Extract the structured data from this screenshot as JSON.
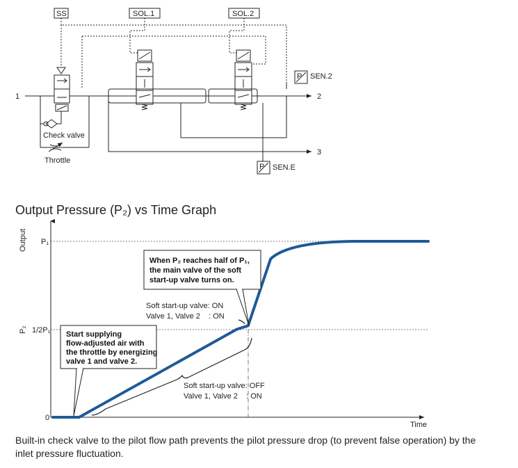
{
  "circuit": {
    "ss_label": "SS",
    "sol1_label": "SOL.1",
    "sol2_label": "SOL.2",
    "sen2_label": "SEN.2",
    "sene_label": "SEN.E",
    "sensor_p": "P",
    "port1": "1",
    "port2": "2",
    "port3": "3",
    "check_valve_label": "Check valve",
    "throttle_label": "Throttle"
  },
  "graph": {
    "title": "Output Pressure (P₂) vs Time Graph",
    "ylabel": "Output",
    "ylabel_p2": "P₂",
    "xlabel": "Time",
    "ytick_p1": "P₁",
    "ytick_half": "1/2P₁",
    "ytick_zero": "0",
    "callout_top": [
      "When P₂ reaches half of P₁,",
      "the main valve of the soft",
      "start-up valve turns on."
    ],
    "callout_left": [
      "Start supplying",
      "flow-adjusted air with",
      "the throttle by energizing",
      "valve 1 and valve 2."
    ],
    "state_on": [
      "Soft start-up valve: ON",
      "Valve 1, Valve 2    : ON"
    ],
    "state_off": [
      "Soft start-up valve: OFF",
      "Valve 1, Valve 2    : ON"
    ],
    "line_color": "#1e5a96"
  },
  "chart_data": {
    "type": "line",
    "title": "Output Pressure (P₂) vs Time Graph",
    "xlabel": "Time",
    "ylabel": "Output",
    "y_ticks": [
      "0",
      "1/2P₁",
      "P₁"
    ],
    "series": [
      {
        "x": [
          0.0,
          0.07,
          0.49,
          0.52,
          0.58,
          0.63,
          1.0
        ],
        "y": [
          0.0,
          0.0,
          0.5,
          0.52,
          0.9,
          1.0,
          1.0
        ]
      }
    ]
  },
  "caption": "Built-in check valve to the pilot flow path prevents the pilot pressure drop (to prevent false operation) by the inlet pressure fluctuation."
}
